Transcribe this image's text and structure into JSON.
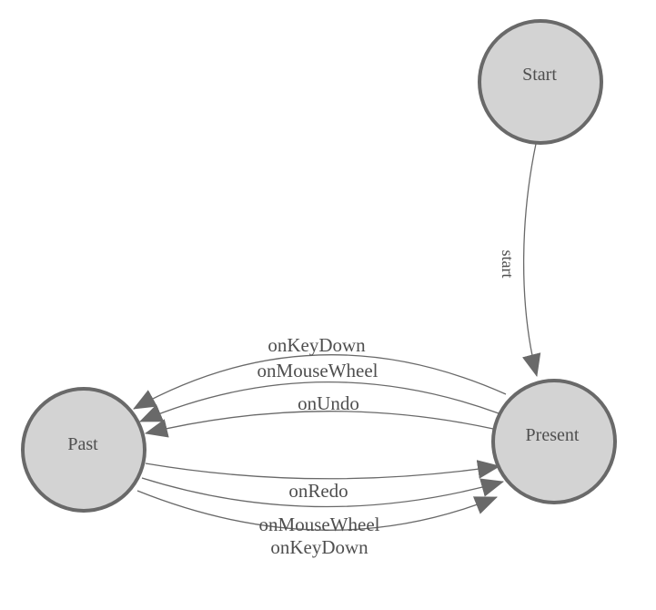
{
  "diagram": {
    "title": "undo-redo state machine",
    "colors": {
      "background": "#ffffff",
      "node_fill": "#d3d3d3",
      "node_stroke": "#696969",
      "edge_stroke": "#696969",
      "arrow_fill": "#696969",
      "text": "#4f4f4f"
    },
    "nodes": {
      "start": {
        "id": "Start",
        "label": "Start"
      },
      "present": {
        "id": "Present",
        "label": "Present"
      },
      "past": {
        "id": "Past",
        "label": "Past"
      }
    },
    "edges": {
      "start_present": {
        "from": "Start",
        "to": "Present",
        "label": "start"
      },
      "present_past_1": {
        "from": "Present",
        "to": "Past",
        "label": "onKeyDown"
      },
      "present_past_2": {
        "from": "Present",
        "to": "Past",
        "label": "onMouseWheel"
      },
      "present_past_3": {
        "from": "Present",
        "to": "Past",
        "label": "onUndo"
      },
      "past_present_1": {
        "from": "Past",
        "to": "Present",
        "label": "onRedo"
      },
      "past_present_2": {
        "from": "Past",
        "to": "Present",
        "label": "onMouseWheel"
      },
      "past_present_3": {
        "from": "Past",
        "to": "Present",
        "label": "onKeyDown"
      }
    }
  }
}
